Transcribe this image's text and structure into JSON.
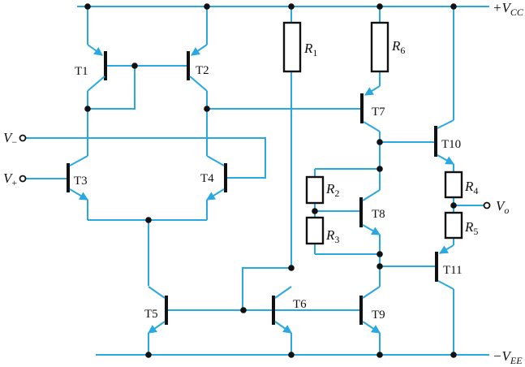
{
  "diagram": {
    "type": "circuit-schematic",
    "colors": {
      "wire": "#2aa8e0",
      "component": "#111111",
      "background": "#ffffff"
    },
    "power": {
      "vcc": {
        "base": "+V",
        "sub": "CC"
      },
      "vee": {
        "base": "−V",
        "sub": "EE"
      }
    },
    "terminals": {
      "v_minus": {
        "base": "V",
        "sub": "−"
      },
      "v_plus": {
        "base": "V",
        "sub": "+"
      },
      "v_out": {
        "base": "V",
        "sub": "o"
      }
    },
    "transistors": {
      "t1": "T1",
      "t2": "T2",
      "t3": "T3",
      "t4": "T4",
      "t5": "T5",
      "t6": "T6",
      "t7": "T7",
      "t8": "T8",
      "t9": "T9",
      "t10": "T10",
      "t11": "T11"
    },
    "resistors": {
      "r1": {
        "base": "R",
        "sub": "1"
      },
      "r2": {
        "base": "R",
        "sub": "2"
      },
      "r3": {
        "base": "R",
        "sub": "3"
      },
      "r4": {
        "base": "R",
        "sub": "4"
      },
      "r5": {
        "base": "R",
        "sub": "5"
      },
      "r6": {
        "base": "R",
        "sub": "6"
      }
    }
  }
}
